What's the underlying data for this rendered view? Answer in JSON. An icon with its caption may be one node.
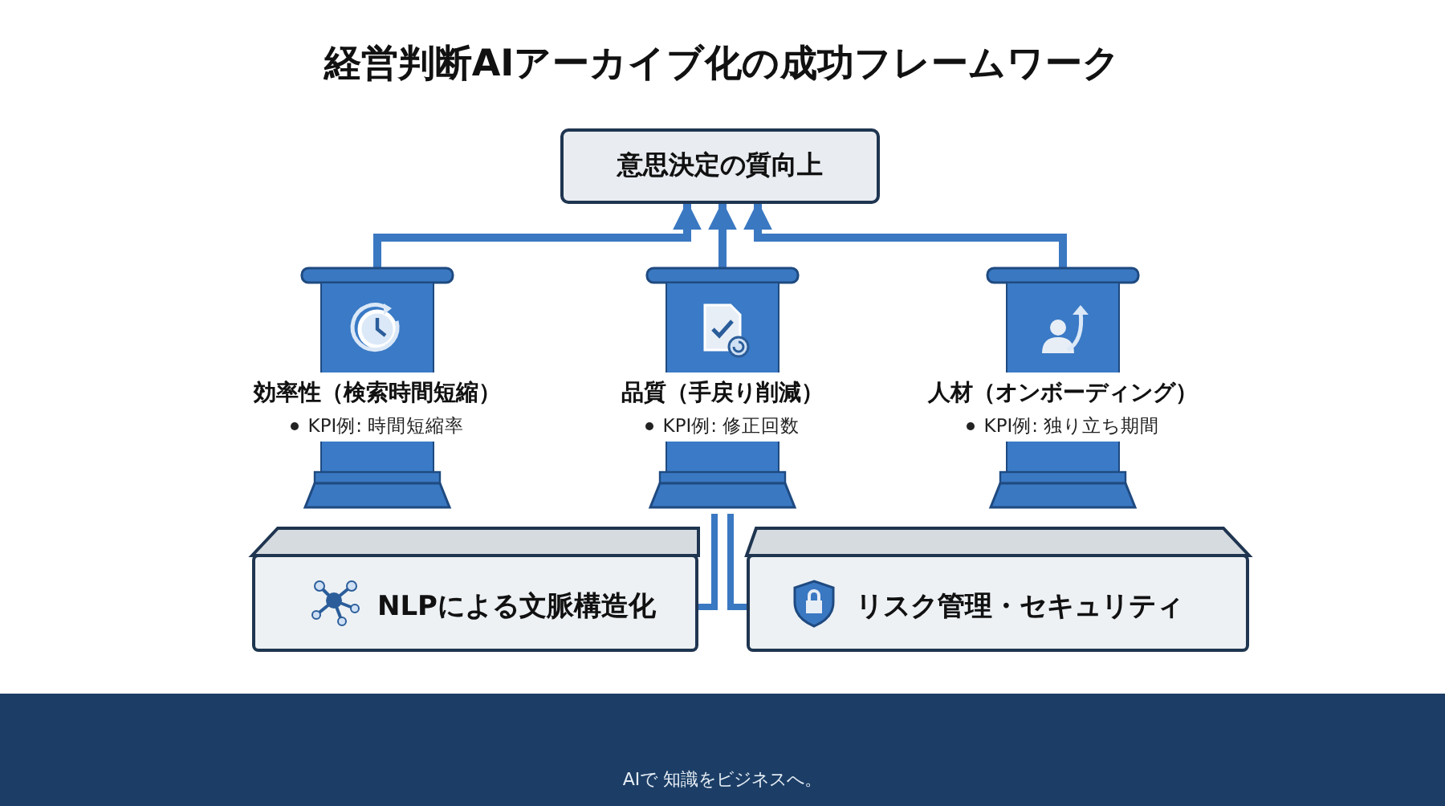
{
  "diagram": {
    "title": "経営判断AIアーカイブ化の成功フレームワーク",
    "nodes": [
      {
        "text": [
          "意思決定の質向上"
        ]
      },
      {
        "text": [
          "効率性（検索時間短縮）",
          "KPI例: 時間短縮率"
        ]
      },
      {
        "text": [
          "品質（手戻り削減）",
          "KPI例: 修正回数"
        ]
      },
      {
        "text": [
          "人材（オンボーディング）",
          "KPI例: 独り立ち期間"
        ]
      },
      {
        "text": [
          "NLPによる文脈構造化"
        ]
      },
      {
        "text": [
          "リスク管理・セキュリティ"
        ]
      }
    ],
    "edges": [
      {
        "from": 1,
        "to": 0,
        "arrow": "to"
      },
      {
        "from": 2,
        "to": 0,
        "arrow": "to"
      },
      {
        "from": 3,
        "to": 0,
        "arrow": "to"
      },
      {
        "from": 2,
        "to": 4,
        "arrow": "none"
      },
      {
        "from": 2,
        "to": 5,
        "arrow": "none"
      }
    ],
    "labels": [
      "AIで 知識をビジネスへ。"
    ]
  }
}
